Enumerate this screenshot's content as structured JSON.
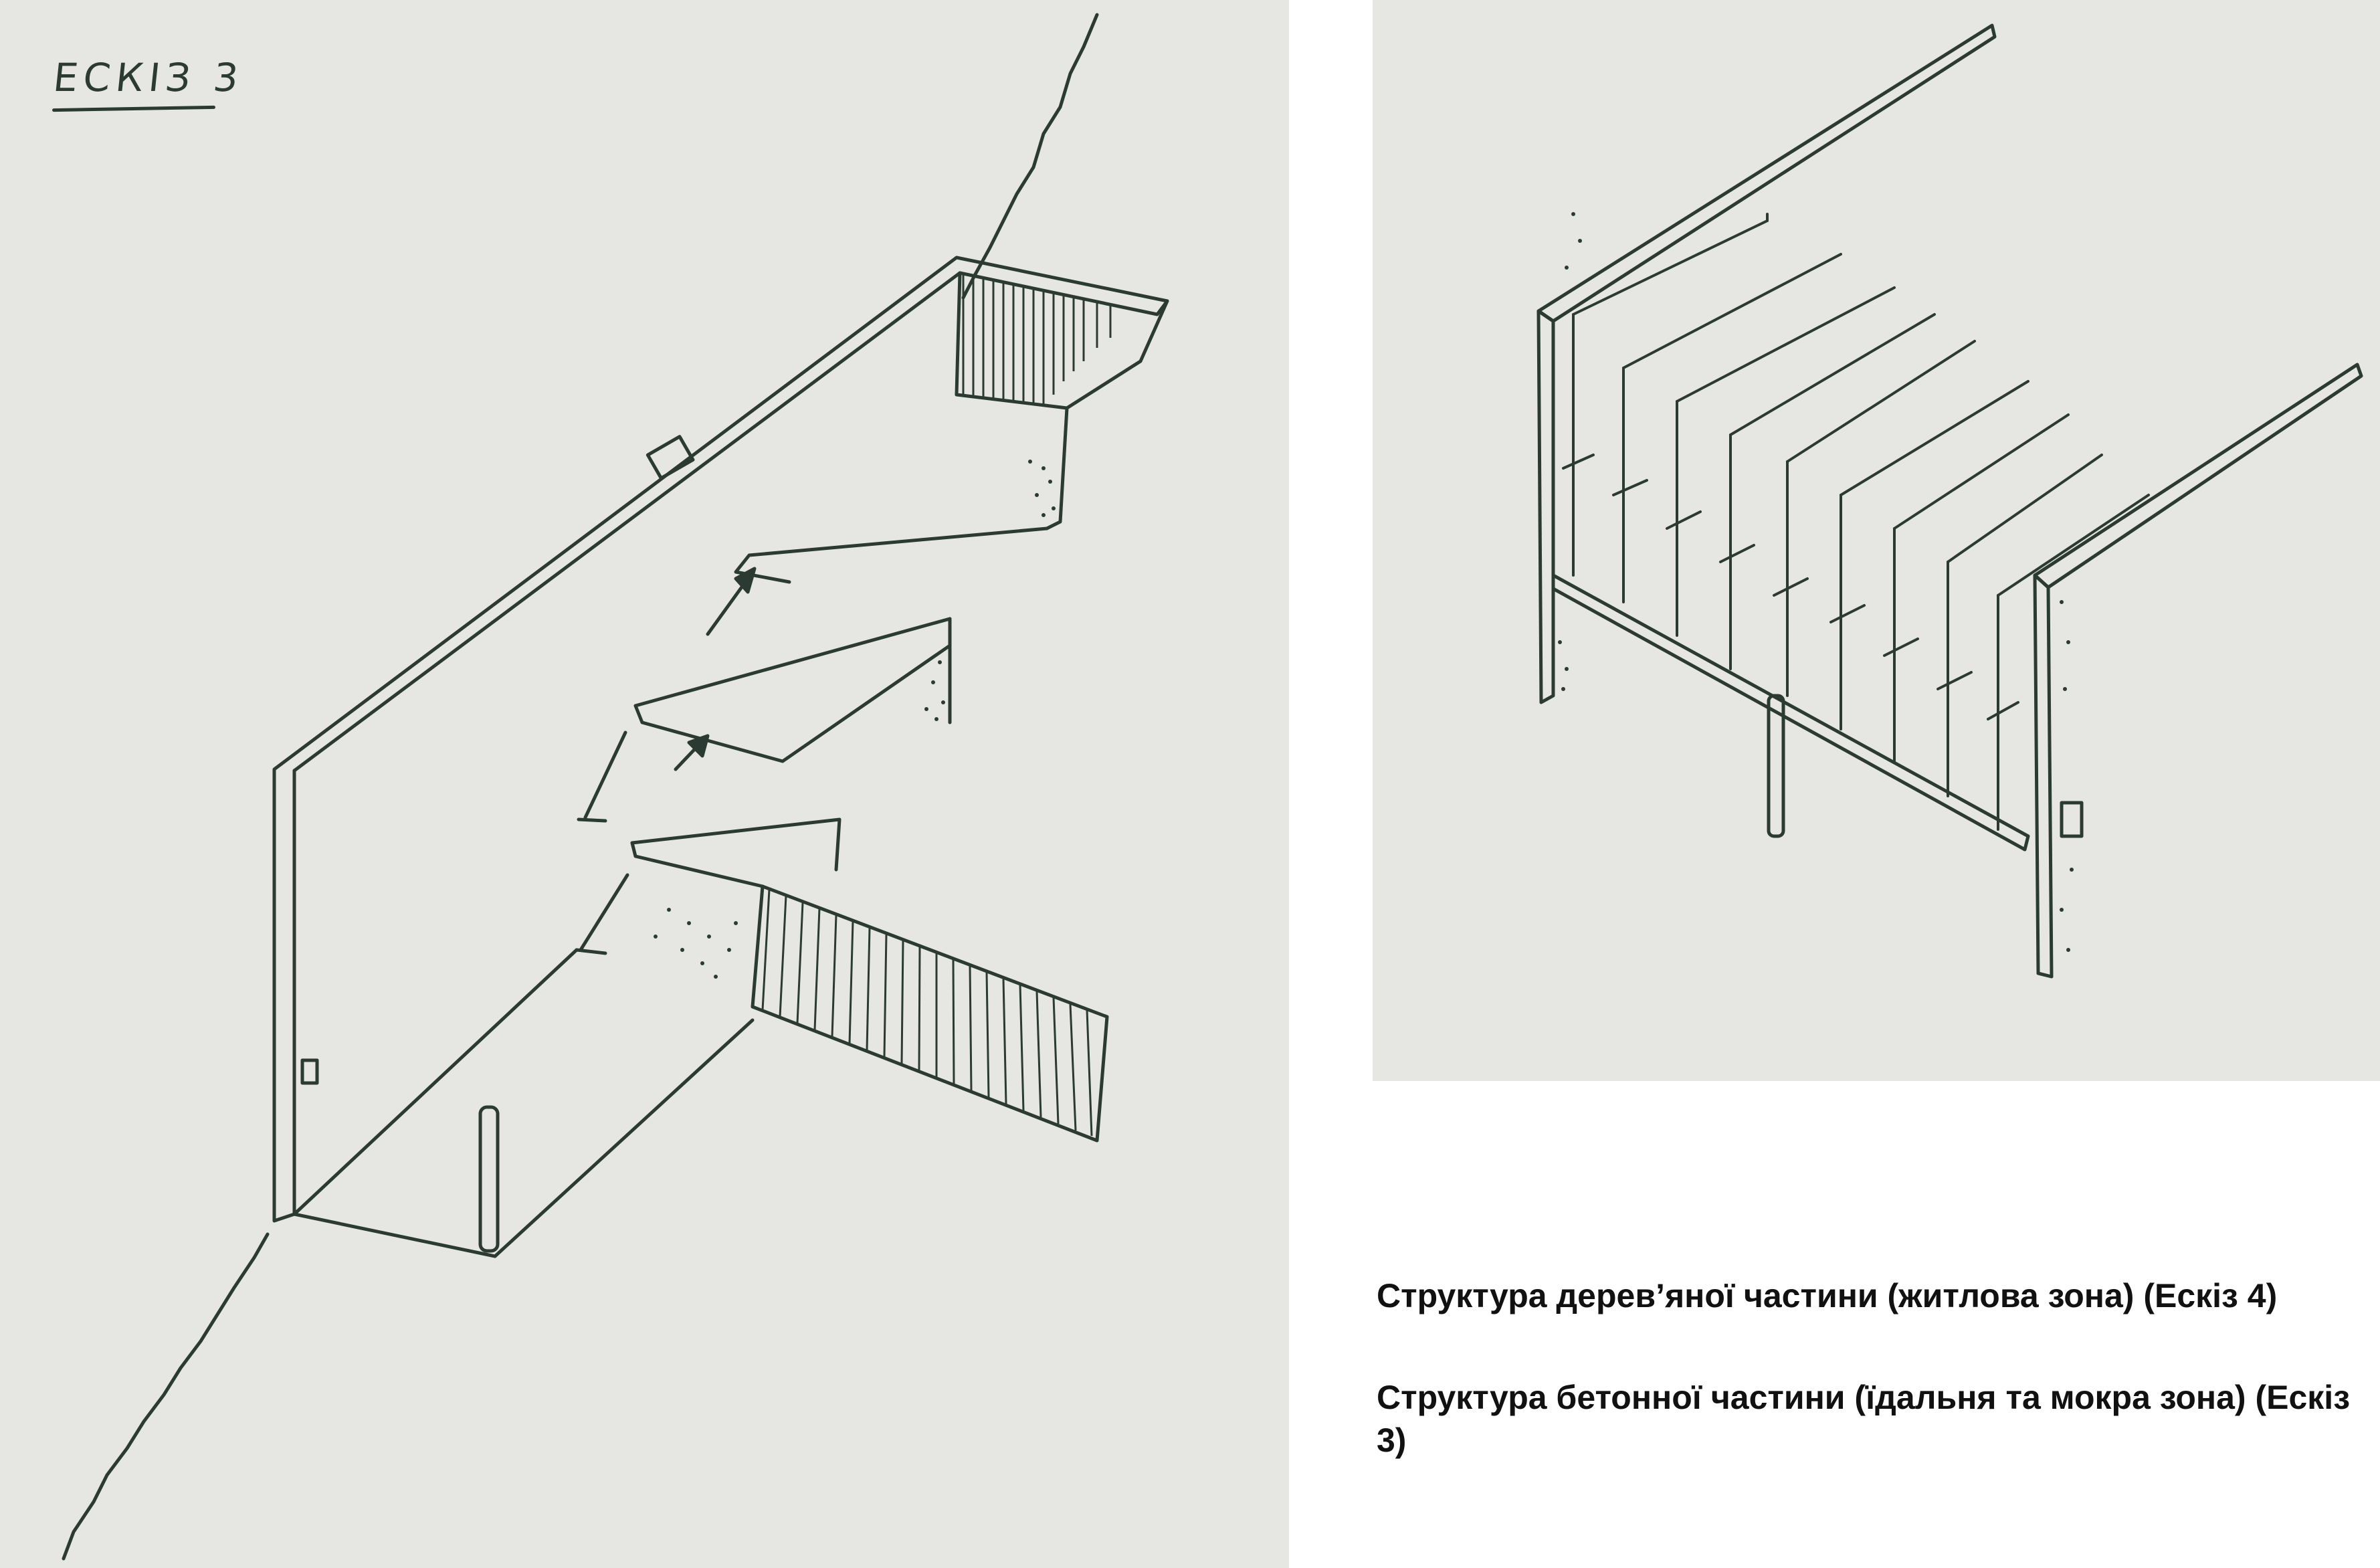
{
  "left_sketch": {
    "label": "ЕСКІЗ 3"
  },
  "captions": {
    "wood_structure": "Структура дерев’яної частини (житлова зона) (Ескіз 4)",
    "concrete_structure": "Структура бетонної частини (їдальня та мокра зона) (Ескіз 3)"
  },
  "colors": {
    "paper": "#e6e6e2",
    "ink": "#2c3a34",
    "caption_text": "#111111"
  }
}
